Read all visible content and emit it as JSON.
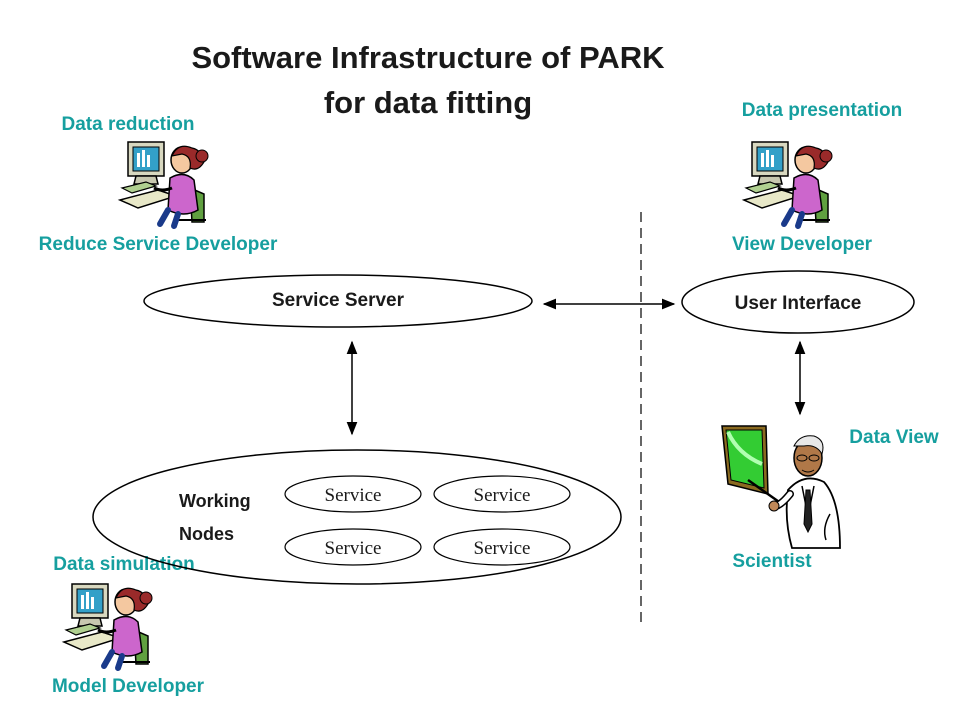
{
  "title": {
    "line1": "Software Infrastructure of PARK",
    "line2": "for data fitting"
  },
  "roles": {
    "data_reduction": "Data reduction",
    "reduce_developer": "Reduce Service Developer",
    "data_presentation": "Data presentation",
    "view_developer": "View Developer",
    "data_simulation": "Data simulation",
    "model_developer": "Model Developer",
    "data_view": "Data View",
    "scientist": "Scientist"
  },
  "nodes": {
    "service_server": "Service Server",
    "user_interface": "User Interface",
    "working_nodes_line1": "Working",
    "working_nodes_line2": "Nodes",
    "services": [
      "Service",
      "Service",
      "Service",
      "Service"
    ]
  },
  "colors": {
    "role_text": "#169f9f",
    "title_text": "#1a1a1a",
    "outline": "#000000",
    "person_shirt": "#cc66cc",
    "monitor_screen": "#33a0c8",
    "board_fill": "#33cc33"
  },
  "icons": {
    "developer": "person-at-computer-icon",
    "scientist": "scientist-presenting-icon"
  }
}
